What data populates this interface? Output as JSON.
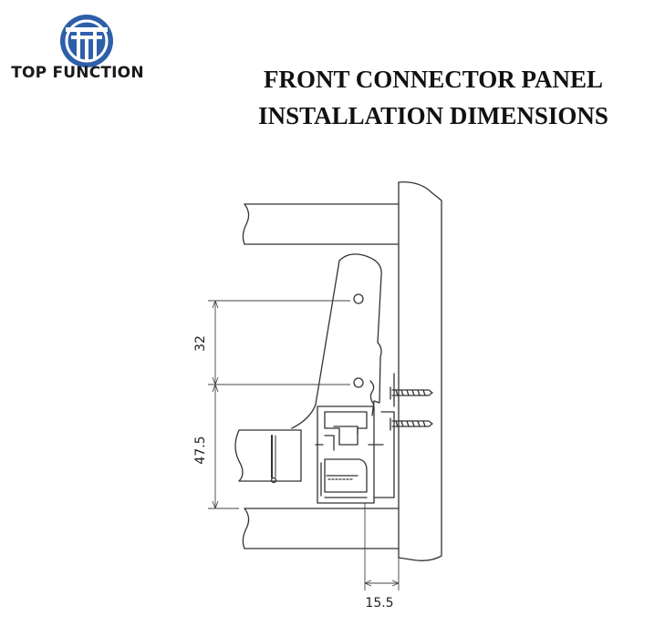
{
  "brand": {
    "name": "TOP FUNCTION",
    "logo_icon": "tf-circle-logo",
    "color": "#2f5fa8"
  },
  "title": {
    "line1": "FRONT CONNECTOR PANEL",
    "line2": "INSTALLATION DIMENSIONS"
  },
  "dimensions": {
    "hole_spacing": "32",
    "bottom_to_hole": "47.5",
    "setback": "15.5"
  }
}
